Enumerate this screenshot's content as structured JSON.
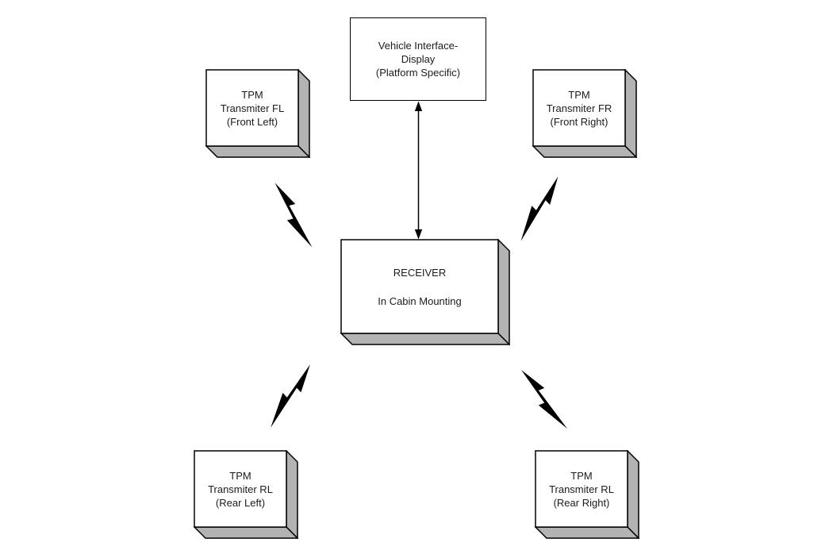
{
  "colors": {
    "background": "#ffffff",
    "box_fill": "#ffffff",
    "box_border": "#000000",
    "side_shade": "#b3b3b3",
    "line": "#000000",
    "text": "#1c1c1c"
  },
  "nodes": {
    "display": {
      "lines": [
        "Vehicle Interface-",
        "Display",
        "(Platform Specific)"
      ]
    },
    "tpm_fl": {
      "lines": [
        "TPM",
        "Transmiter FL",
        "(Front Left)"
      ]
    },
    "tpm_fr": {
      "lines": [
        "TPM",
        "Transmiter FR",
        "(Front Right)"
      ]
    },
    "receiver": {
      "lines": [
        "RECEIVER",
        "In Cabin Mounting"
      ]
    },
    "tpm_rl": {
      "lines": [
        "TPM",
        "Transmiter RL",
        "(Rear Left)"
      ]
    },
    "tpm_rr": {
      "lines": [
        "TPM",
        "Transmiter RL",
        "(Rear Right)"
      ]
    }
  },
  "connectors": {
    "display_receiver": {
      "type": "double-headed-arrow"
    },
    "rf_links": [
      {
        "between": "tpm_fl-receiver",
        "type": "lightning-bolt"
      },
      {
        "between": "tpm_fr-receiver",
        "type": "lightning-bolt"
      },
      {
        "between": "tpm_rl-receiver",
        "type": "lightning-bolt"
      },
      {
        "between": "tpm_rr-receiver",
        "type": "lightning-bolt"
      }
    ]
  }
}
